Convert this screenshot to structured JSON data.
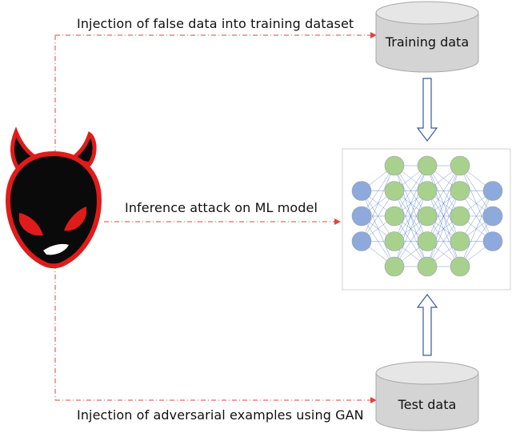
{
  "edges": {
    "top": "Injection of false data into training dataset",
    "middle": "Inference attack on ML model",
    "bottom": "Injection of adversarial examples using GAN"
  },
  "nodes": {
    "training": "Training data",
    "test": "Test data"
  },
  "colors": {
    "attack_line": "#e0443c",
    "cylinder_fill": "#d4d4d4",
    "cylinder_top": "#e6e6e6",
    "cylinder_stroke": "#a8a8a8",
    "arrow_stroke": "#3a5a96",
    "input_output_node": "#8ea9db",
    "hidden_node": "#a9d18e",
    "node_stroke": "#9aa0a6",
    "edge_lines": "#4472c4",
    "devil_red": "#e01b1b",
    "devil_black": "#0a0a0a"
  },
  "network": {
    "input_nodes": 3,
    "hidden_layers": 3,
    "hidden_nodes_per_layer": 5,
    "output_nodes": 3
  }
}
